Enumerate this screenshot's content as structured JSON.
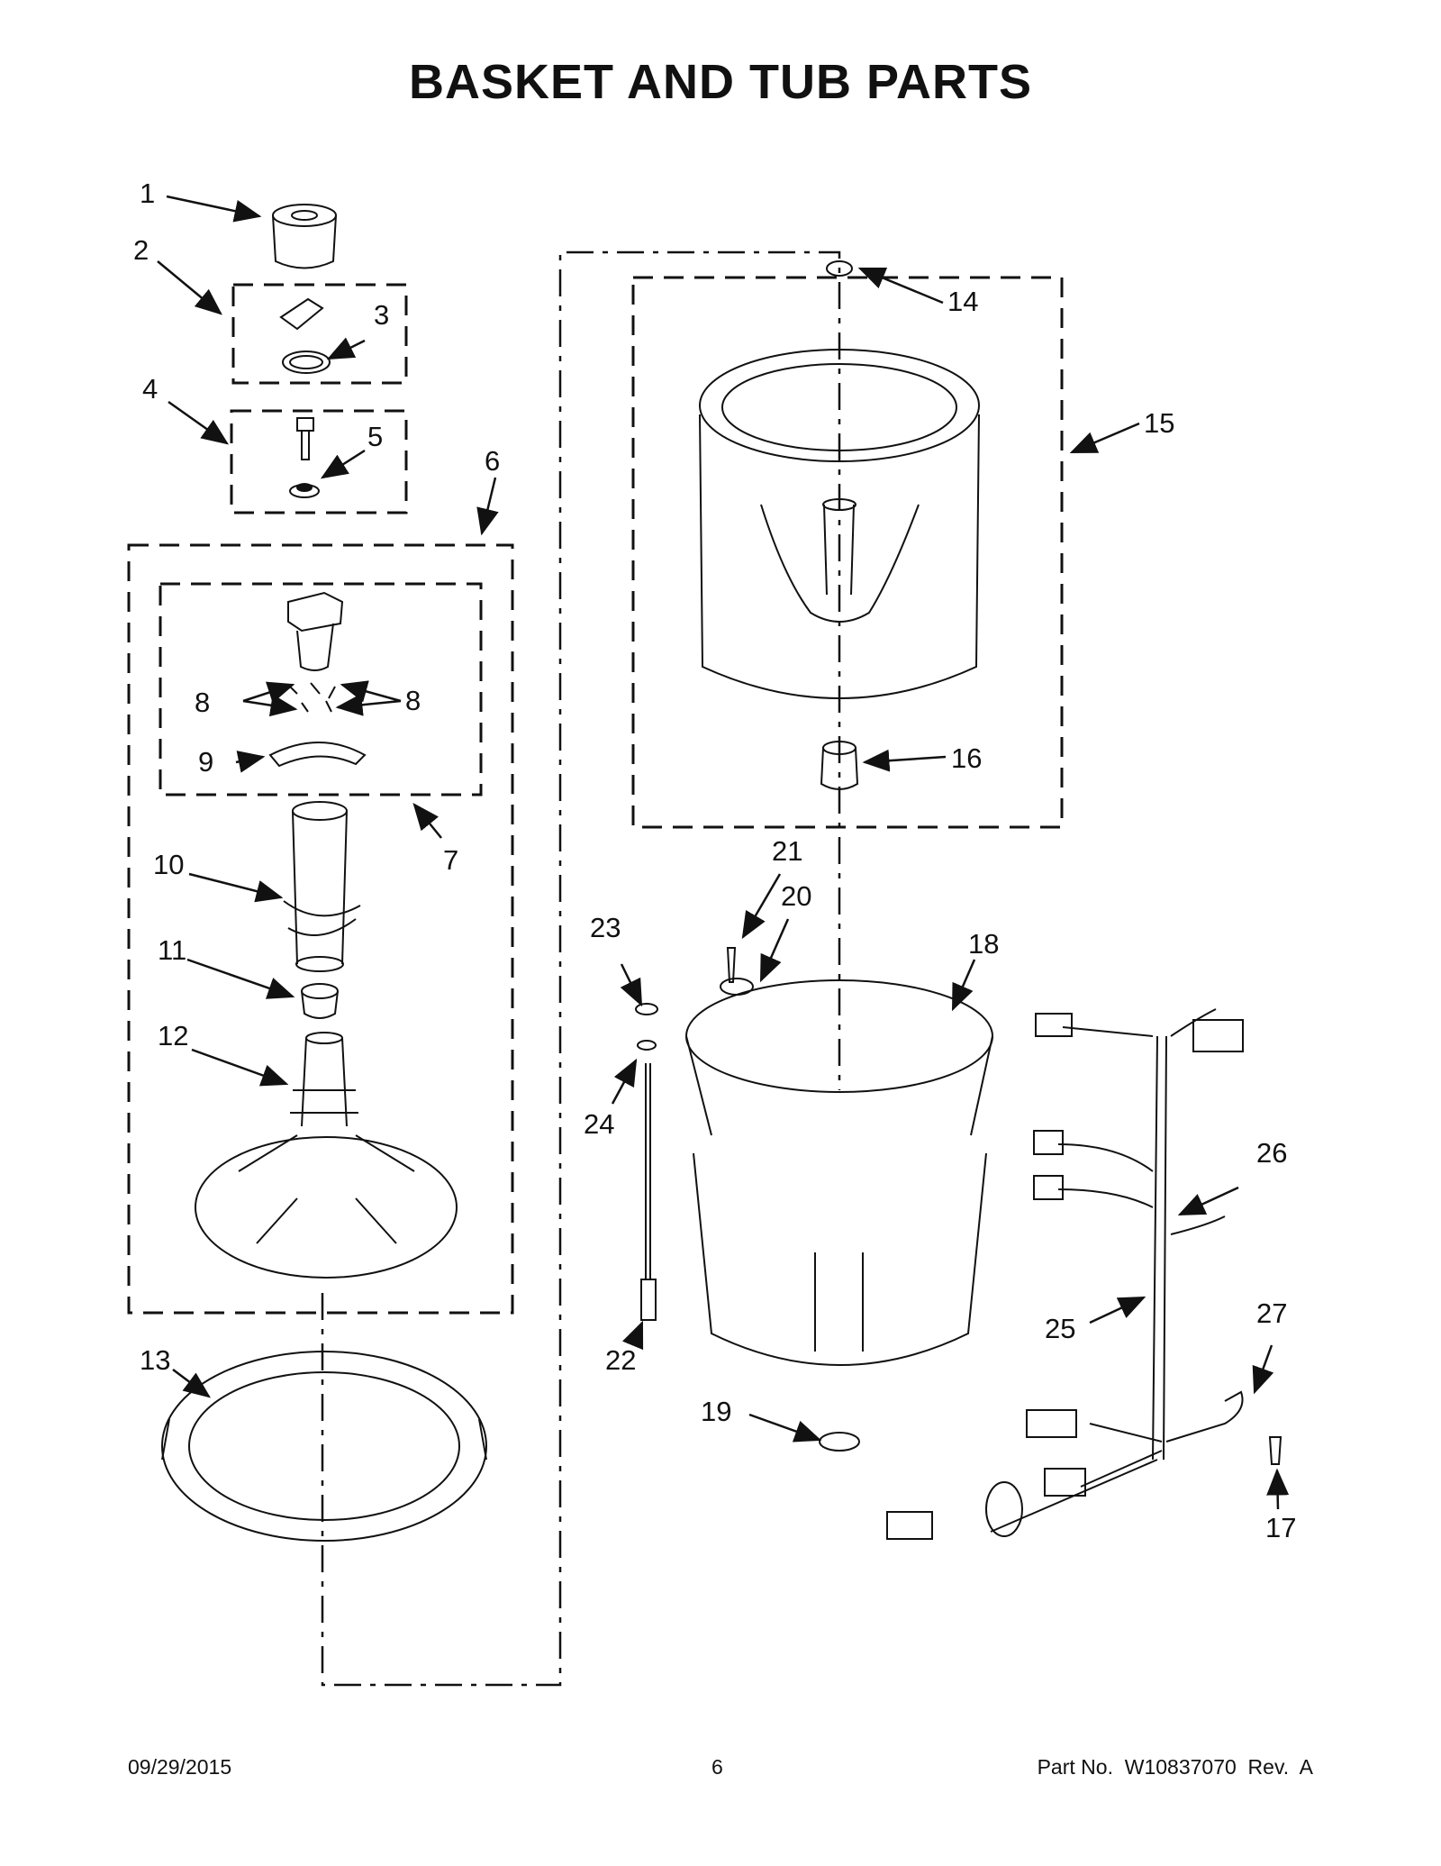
{
  "title": "BASKET AND TUB PARTS",
  "callouts": [
    "1",
    "2",
    "3",
    "4",
    "5",
    "6",
    "7",
    "8",
    "8",
    "9",
    "10",
    "11",
    "12",
    "13",
    "14",
    "15",
    "16",
    "17",
    "18",
    "19",
    "20",
    "21",
    "22",
    "23",
    "24",
    "25",
    "26",
    "27"
  ],
  "footer": {
    "date": "09/29/2015",
    "page": "6",
    "part": "Part No.  W10837070  Rev.  A"
  }
}
